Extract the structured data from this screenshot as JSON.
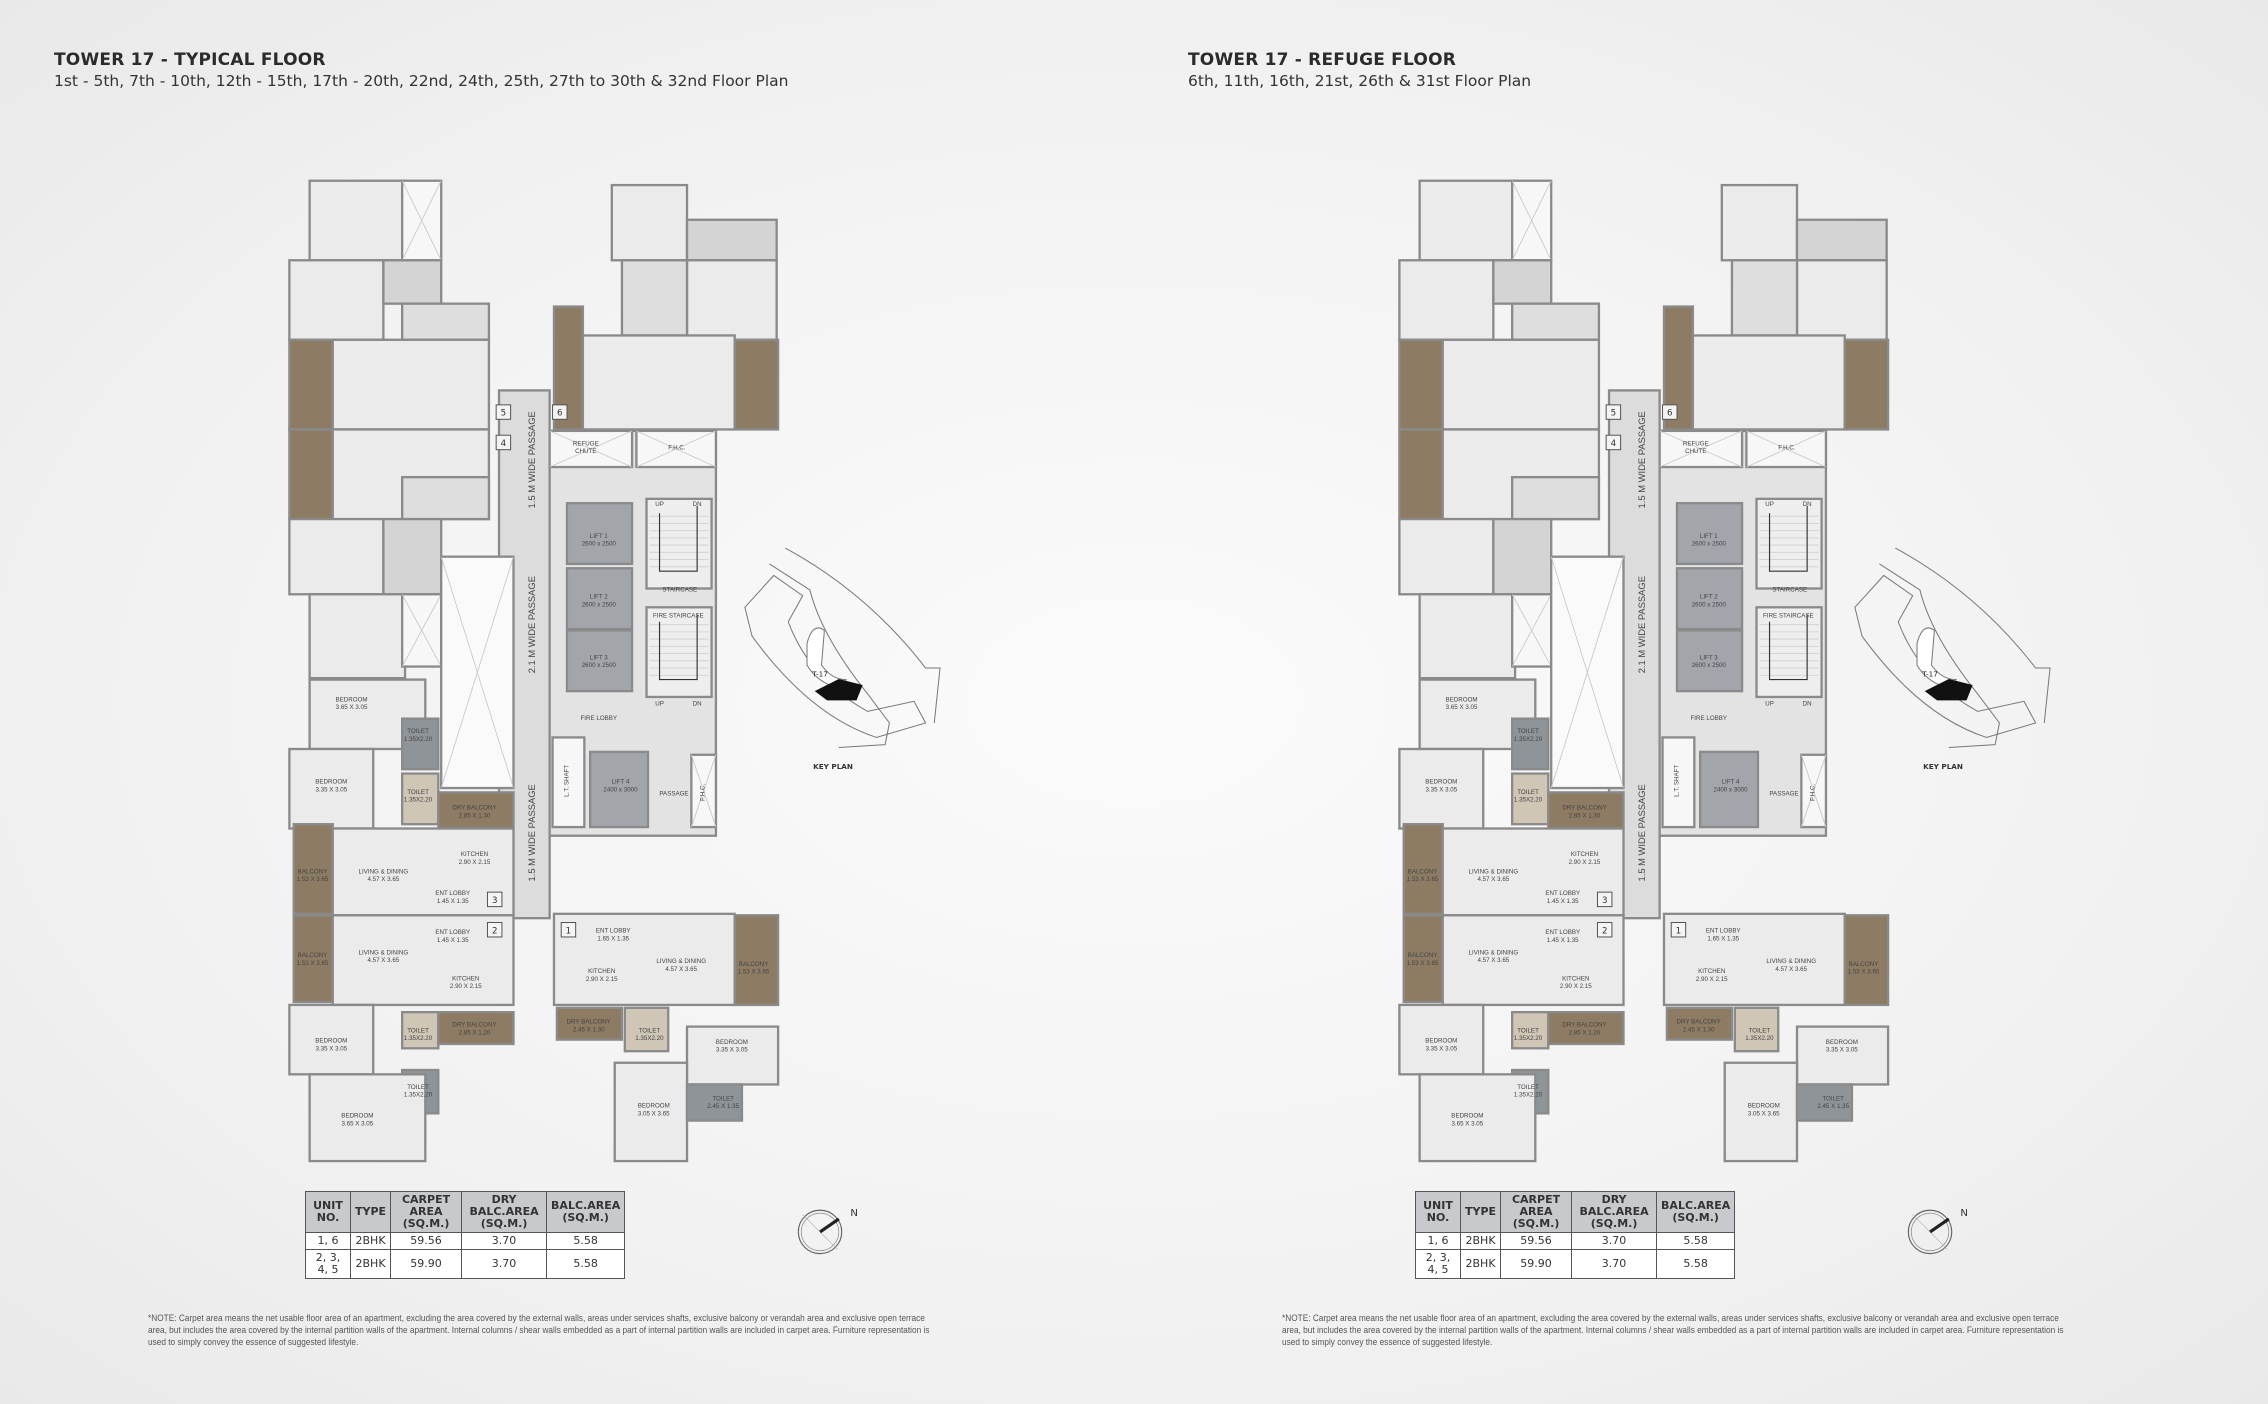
{
  "panels": [
    {
      "title": "TOWER 17 - TYPICAL FLOOR",
      "subtitle": "1st - 5th, 7th - 10th, 12th - 15th, 17th - 20th, 22nd, 24th, 25th, 27th to 30th & 32nd Floor Plan"
    },
    {
      "title": "TOWER 17 - REFUGE FLOOR",
      "subtitle": "6th, 11th, 16th, 21st, 26th & 31st Floor Plan"
    }
  ],
  "area_table": {
    "headers": [
      "UNIT NO.",
      "TYPE",
      "CARPET AREA (SQ.M.)",
      "DRY BALC.AREA (SQ.M.)",
      "BALC.AREA (SQ.M.)"
    ],
    "rows": [
      [
        "1, 6",
        "2BHK",
        "59.56",
        "3.70",
        "5.58"
      ],
      [
        "2, 3, 4, 5",
        "2BHK",
        "59.90",
        "3.70",
        "5.58"
      ]
    ]
  },
  "note": "*NOTE: Carpet area means the net usable floor area of an apartment, excluding the area covered by the external walls, areas under services shafts, exclusive balcony or verandah area and exclusive open terrace area, but includes the area covered by the internal partition walls of the apartment.  Internal columns / shear walls embedded as a part of internal partition walls are included in carpet area. Furniture representation is used to simply convey the essence of suggested lifestyle.",
  "key_plan": {
    "label": "KEY PLAN",
    "tower": "T-17"
  },
  "compass": {
    "north_label": "N",
    "icon": "north-arrow-icon"
  },
  "plan": {
    "room_labels": [
      [
        "BEDROOM",
        "3.65 X 3.05"
      ],
      [
        "BEDROOM",
        "3.35 X 3.05"
      ],
      [
        "TOILET",
        "1.35X2.20"
      ],
      [
        "TOILET",
        "1.35X2.20"
      ],
      [
        "DRY BALCONY",
        "2.85 X 1.30"
      ],
      [
        "KITCHEN",
        "2.90 X 2.15"
      ],
      [
        "BALCONY",
        "1.53 X 3.65"
      ],
      [
        "LIVING & DINING",
        "4.57 X 3.65"
      ],
      [
        "ENT LOBBY",
        "1.45 X 1.35"
      ],
      [
        "ENT LOBBY",
        "1.45 X 1.35"
      ],
      [
        "BALCONY",
        "1.53 X 3.65"
      ],
      [
        "LIVING & DINING",
        "4.57 X 3.65"
      ],
      [
        "KITCHEN",
        "2.90 X 2.15"
      ],
      [
        "TOILET",
        "1.35X2.20"
      ],
      [
        "DRY BALCONY",
        "2.85 X 1.20"
      ],
      [
        "BEDROOM",
        "3.35 X 3.05"
      ],
      [
        "TOILET",
        "1.35X2.20"
      ],
      [
        "BEDROOM",
        "3.65 X 3.05"
      ],
      [
        "ENT LOBBY",
        "1.65 X 1.35"
      ],
      [
        "KITCHEN",
        "2.90 X 2.15"
      ],
      [
        "LIVING & DINING",
        "4.57 X 3.65"
      ],
      [
        "BALCONY",
        "1.53 X 3.65"
      ],
      [
        "DRY BALCONY",
        "2.45 X 1.30"
      ],
      [
        "TOILET",
        "1.35X2.20"
      ],
      [
        "BEDROOM",
        "3.35 X 3.05"
      ],
      [
        "BEDROOM",
        "3.05 X 3.65"
      ],
      [
        "TOILET",
        "2.45 X 1.35"
      ]
    ],
    "core_labels": [
      [
        "REFUGE",
        "CHUTE"
      ],
      [
        "F.H.C."
      ],
      [
        "LIFT 1",
        "2600 x 2500"
      ],
      [
        "LIFT 2",
        "2600 x 2500"
      ],
      [
        "LIFT 3",
        "2600 x 2500"
      ],
      [
        "STAIRCASE"
      ],
      [
        "FIRE STAIRCASE"
      ],
      [
        "UP"
      ],
      [
        "DN"
      ],
      [
        "UP"
      ],
      [
        "DN"
      ],
      [
        "FIRE LOBBY"
      ],
      [
        "LIFT 4",
        "2400 x 3000"
      ],
      [
        "PASSAGE"
      ]
    ],
    "vertical_labels": [
      "1.5 M WIDE PASSAGE",
      "2.1  M WIDE PASSAGE",
      "1.5 M WIDE PASSAGE",
      "L.T. SHAFT",
      "F.H.C."
    ],
    "unit_numbers": [
      "5",
      "4",
      "6",
      "3",
      "2",
      "1"
    ]
  }
}
